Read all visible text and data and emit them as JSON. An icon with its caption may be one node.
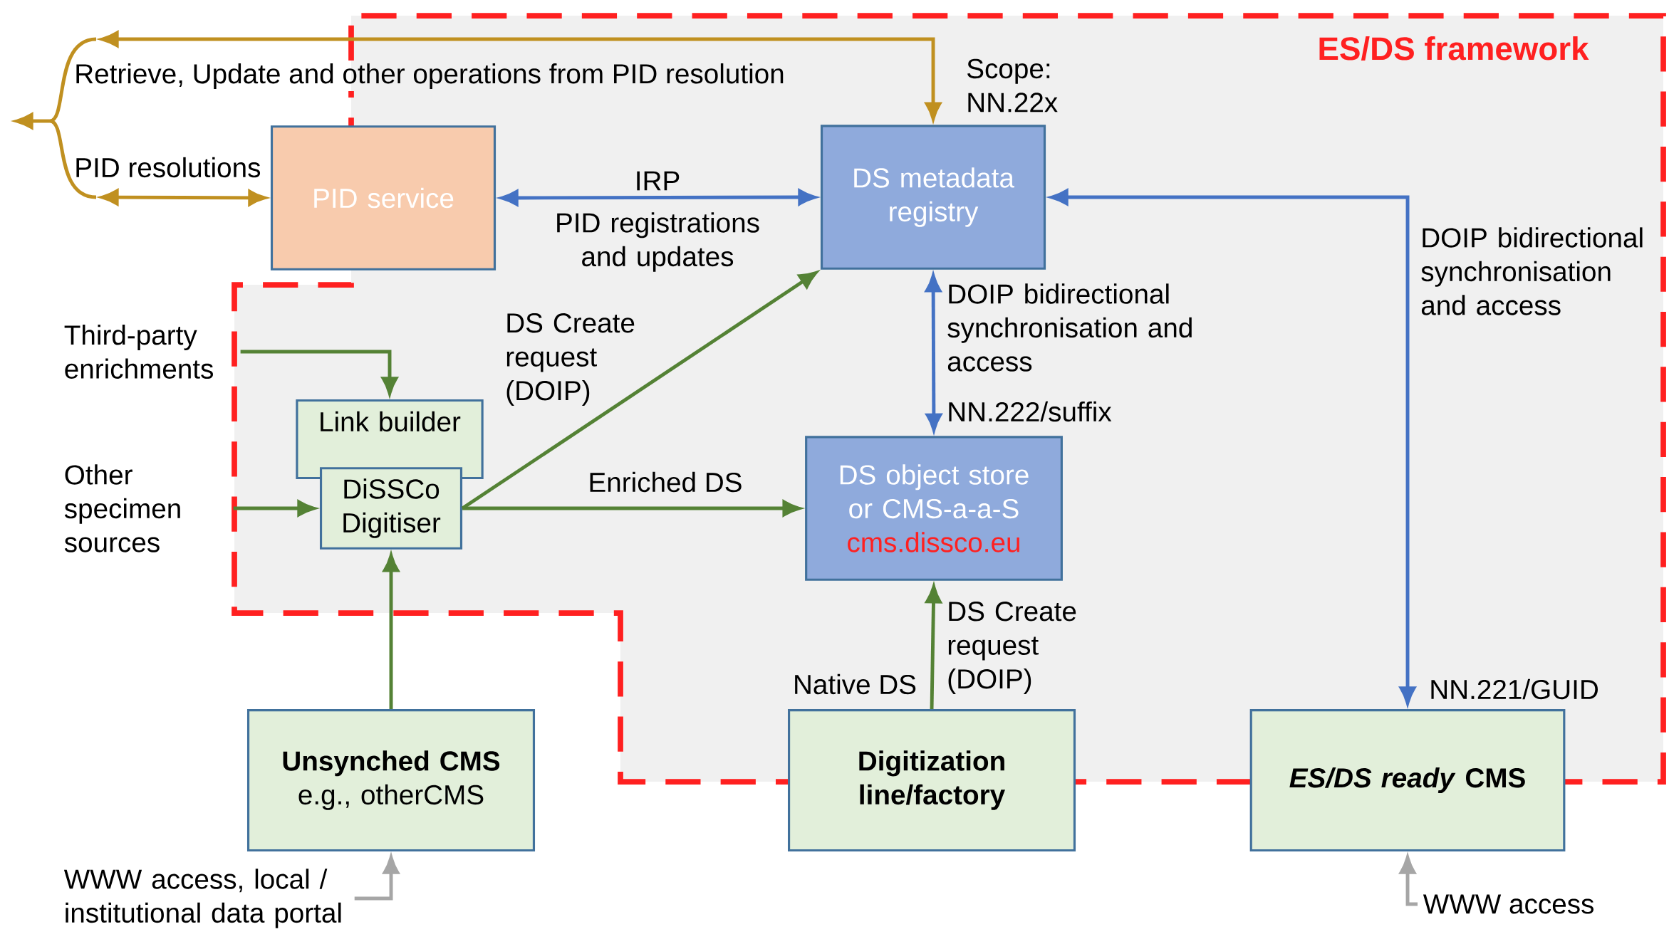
{
  "diagram": {
    "nodes": [
      {
        "text": [
          "PID service"
        ]
      },
      {
        "text": [
          "DS metadata registry"
        ],
        "beside": [
          "Scope: NN.22x"
        ]
      },
      {
        "text": [
          "DS object store or CMS-a-a-S",
          "cms.dissco.eu"
        ]
      },
      {
        "text": [
          "Link builder"
        ]
      },
      {
        "text": [
          "DiSSCo Digitiser"
        ]
      },
      {
        "text": [
          "Unsynched CMS",
          "e.g., otherCMS"
        ]
      },
      {
        "text": [
          "Digitization line/factory"
        ]
      },
      {
        "text": [
          "*ES/DS ready* CMS"
        ]
      },
      {
        "text": [
          "Third-party enrichments"
        ]
      },
      {
        "text": [
          "Other specimen sources"
        ]
      },
      {
        "text": [
          "WWW access, local / institutional data portal"
        ]
      },
      {
        "text": [
          "WWW access"
        ]
      }
    ],
    "edges": [
      {
        "from": null,
        "to": 1,
        "arrow": "both",
        "label": "Retrieve, Update and other operations from PID resolution",
        "color": "#c09020"
      },
      {
        "from": null,
        "to": 0,
        "arrow": "both",
        "label": "PID resolutions",
        "color": "#c09020"
      },
      {
        "from": 0,
        "to": 1,
        "arrow": "both",
        "label": "IRP",
        "color": "#4472c4"
      },
      {
        "from": 1,
        "to": 2,
        "arrow": "both",
        "label": "DOIP bidirectional synchronisation and access",
        "color": "#4472c4"
      },
      {
        "from": 7,
        "to": 1,
        "arrow": "both",
        "label": "DOIP bidirectional synchronisation and access",
        "color": "#4472c4"
      },
      {
        "from": 4,
        "to": 1,
        "arrow": "to",
        "label": "DS Create request (DOIP)"
      },
      {
        "from": 4,
        "to": 2,
        "arrow": "to",
        "label": "Enriched DS"
      },
      {
        "from": 8,
        "to": 3,
        "arrow": "to"
      },
      {
        "from": 9,
        "to": 4,
        "arrow": "to"
      },
      {
        "from": 5,
        "to": 4,
        "arrow": "to"
      },
      {
        "from": 6,
        "to": 2,
        "arrow": "to",
        "label": "DS Create request (DOIP)"
      },
      {
        "from": 10,
        "to": 5,
        "arrow": "to",
        "color": "#a6a6a6"
      },
      {
        "from": 11,
        "to": 7,
        "arrow": "to",
        "color": "#a6a6a6"
      }
    ],
    "labels": [
      "ES/DS framework",
      "PID registrations and updates",
      "NN.222/suffix",
      "NN.221/GUID",
      "Native DS"
    ]
  }
}
